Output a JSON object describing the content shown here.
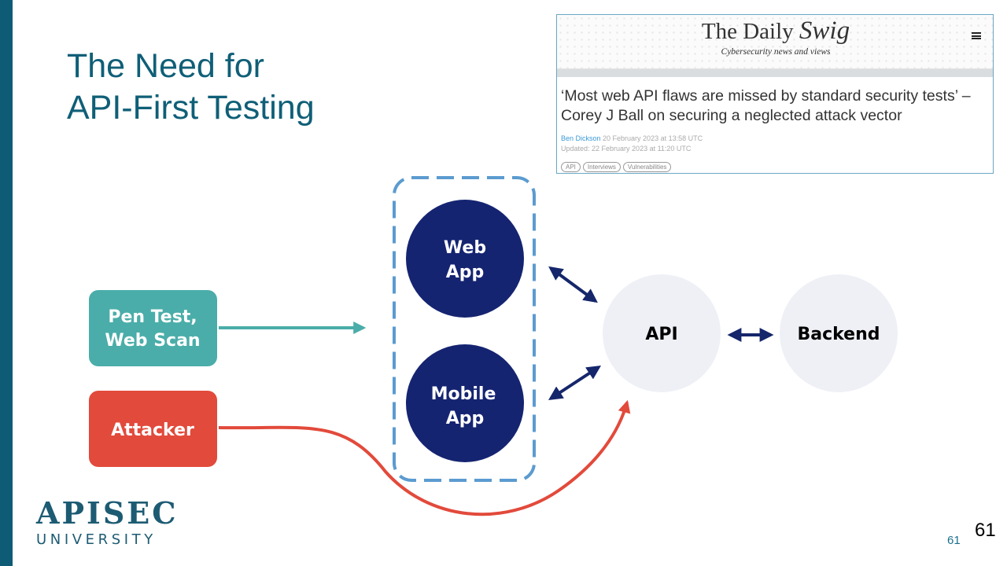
{
  "slide": {
    "title_line1": "The Need for",
    "title_line2": "API-First Testing",
    "page_number_small": "61",
    "page_number_large": "61"
  },
  "news_card": {
    "brand_prefix": "The Daily ",
    "brand_swig": "Swig",
    "tagline": "Cybersecurity news and views",
    "headline": "‘Most web API flaws are missed by standard security tests’ – Corey J Ball on securing a neglected attack vector",
    "author": "Ben Dickson",
    "published": " 20 February 2023 at 13:58 UTC",
    "updated": "Updated: 22 February 2023 at 11:20 UTC",
    "tags": [
      "API",
      "Interviews",
      "Vulnerabilities"
    ]
  },
  "diagram": {
    "nodes": {
      "pentest_line1": "Pen Test,",
      "pentest_line2": "Web Scan",
      "attacker": "Attacker",
      "webapp_line1": "Web",
      "webapp_line2": "App",
      "mobile_line1": "Mobile",
      "mobile_line2": "App",
      "api": "API",
      "backend": "Backend"
    },
    "colors": {
      "pentest": "#4aada9",
      "attacker": "#e24a3b",
      "app_circle": "#152471",
      "group_border": "#5b9bd0",
      "light_circle": "#eef0f6",
      "arrow_dark": "#15266b"
    }
  },
  "logo": {
    "top": "APISEC",
    "bottom": "UNIVERSITY"
  }
}
